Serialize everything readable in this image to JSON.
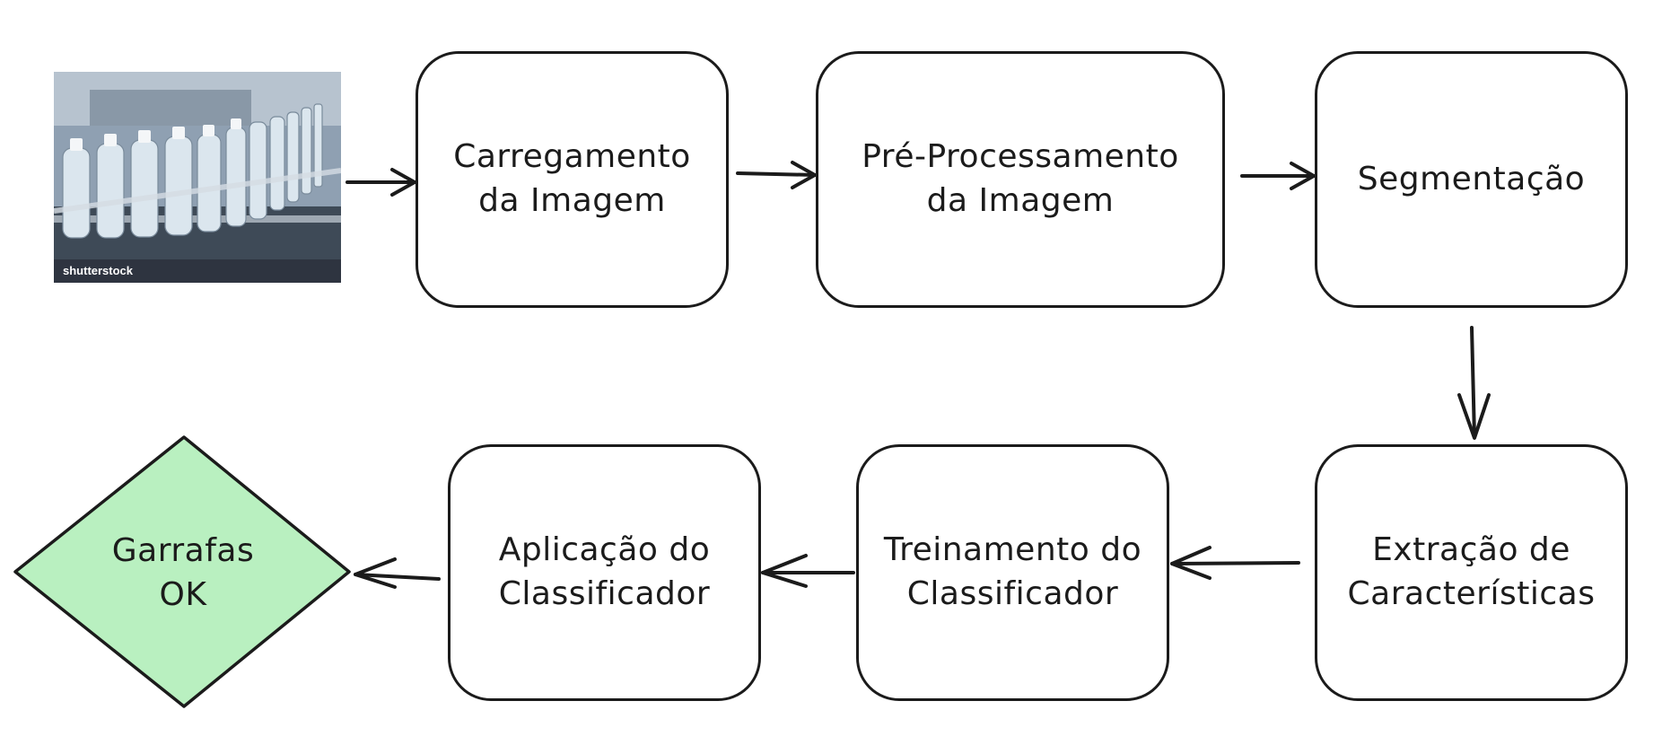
{
  "diagram": {
    "photo": {
      "caption": "shutterstock",
      "icon": "bottling-line-photo"
    },
    "steps": {
      "carregamento": "Carregamento\nda Imagem",
      "pre_processamento": "Pré-Processamento\nda Imagem",
      "segmentacao": "Segmentação",
      "extracao": "Extração de\nCaracterísticas",
      "treinamento": "Treinamento do\nClassificador",
      "aplicacao": "Aplicação do\nClassificador"
    },
    "result": {
      "label": "Garrafas\nOK",
      "color": "#b9f0c0"
    },
    "colors": {
      "stroke": "#1b1b1b",
      "box_fill": "#ffffff",
      "result_fill": "#b9f0c0"
    }
  }
}
